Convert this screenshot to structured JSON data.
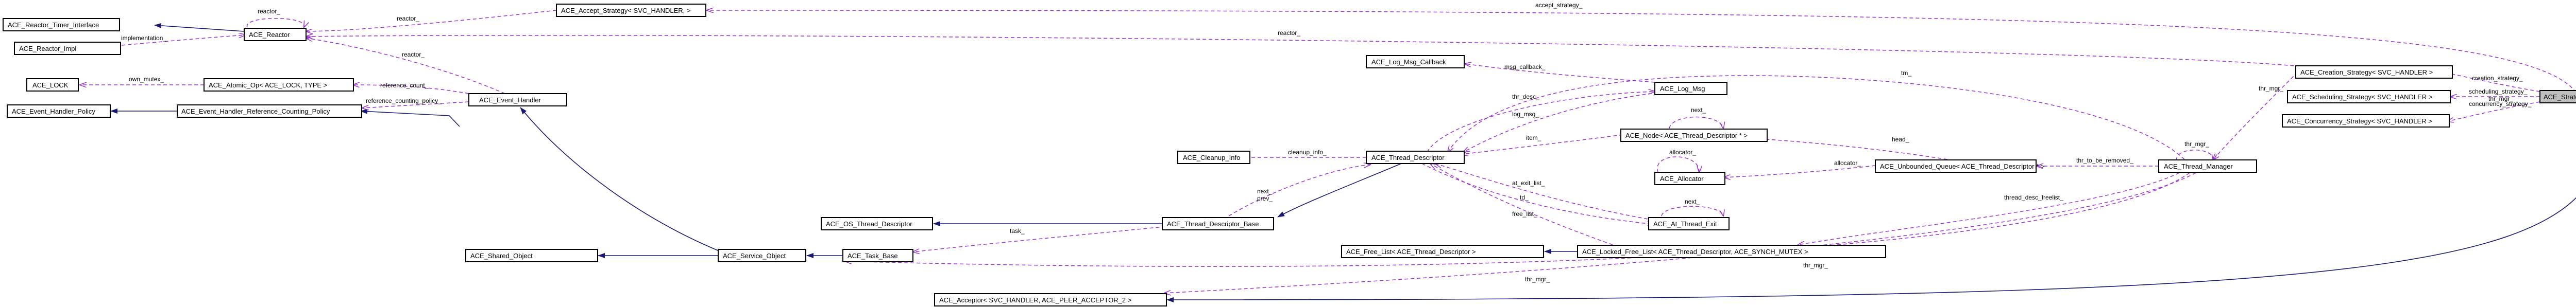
{
  "title": "ACE_Strategy_Acceptor< SVC_HANDLER, >",
  "nodes": {
    "strategy_acceptor": "ACE_Strategy_Acceptor< SVC_HANDLER, >",
    "accept_strategy": "ACE_Accept_Strategy< SVC_HANDLER, >",
    "reactor": "ACE_Reactor",
    "reactor_timer_interface": "ACE_Reactor_Timer_Interface",
    "reactor_impl": "ACE_Reactor_Impl",
    "lock": "ACE_LOCK",
    "atomic_op": "ACE_Atomic_Op< ACE_LOCK, TYPE >",
    "event_handler_policy": "ACE_Event_Handler_Policy",
    "event_handler_ref_counting": "ACE_Event_Handler_Reference_Counting_Policy",
    "event_handler": "ACE_Event_Handler",
    "shared_object": "ACE_Shared_Object",
    "service_object": "ACE_Service_Object",
    "task_base": "ACE_Task_Base",
    "os_thread_descriptor": "ACE_OS_Thread_Descriptor",
    "thread_descriptor_base": "ACE_Thread_Descriptor_Base",
    "cleanup_info": "ACE_Cleanup_Info",
    "thread_descriptor": "ACE_Thread_Descriptor",
    "log_msg_callback": "ACE_Log_Msg_Callback",
    "log_msg": "ACE_Log_Msg",
    "node_thread_descriptor": "ACE_Node< ACE_Thread_Descriptor * >",
    "allocator": "ACE_Allocator",
    "at_thread_exit": "ACE_At_Thread_Exit",
    "free_list": "ACE_Free_List< ACE_Thread_Descriptor >",
    "locked_free_list": "ACE_Locked_Free_List< ACE_Thread_Descriptor, ACE_SYNCH_MUTEX >",
    "unbounded_queue": "ACE_Unbounded_Queue< ACE_Thread_Descriptor * >",
    "thread_manager": "ACE_Thread_Manager",
    "creation_strategy": "ACE_Creation_Strategy< SVC_HANDLER >",
    "scheduling_strategy": "ACE_Scheduling_Strategy< SVC_HANDLER >",
    "concurrency_strategy": "ACE_Concurrency_Strategy< SVC_HANDLER >",
    "acceptor": "ACE_Acceptor< SVC_HANDLER, ACE_PEER_ACCEPTOR_2 >"
  },
  "edge_labels": {
    "accept_strategy": "accept_strategy_",
    "reactor_top": "reactor_",
    "reactor_accept": "reactor_",
    "reactor_self": "reactor_",
    "implementation": "implementation_",
    "reactor_event_handler": "reactor_",
    "own_mutex": "own_mutex_",
    "reference_count": "reference_count_",
    "reference_counting_policy": "reference_counting_policy_",
    "msg_callback": "msg_callback_",
    "thr_desc": "thr_desc_",
    "log_msg": "log_msg_",
    "tm": "tm_",
    "item": "item_",
    "next_node": "next_",
    "allocator_self": "allocator_",
    "allocator_queue": "allocator_",
    "cleanup_info": "cleanup_info_",
    "next_prev": "next_\nprev_",
    "at_exit_list": "at_exit_list_",
    "td": "td_",
    "free_list": "free_list_",
    "next_exit": "next_",
    "head": "head_",
    "thr_to_be_removed": "thr_to_be_removed_",
    "thread_desc_freelist": "thread_desc_freelist_",
    "task": "task_",
    "thr_mgr_task": "thr_mgr_",
    "thr_mgr_self": "thr_mgr_",
    "thr_mgr_creation": "thr_mgr_",
    "creation_strategy": "creation_strategy_",
    "scheduling_strategy": "scheduling_strategy_",
    "concurrency_strategy": "concurrency_strategy_",
    "thr_mgr_strategy": "thr_mgr_",
    "thr_mgr_acceptor": "thr_mgr_"
  },
  "colors": {
    "inheritance": "#191970",
    "usage": "#9a32cd",
    "template": "#ffa500",
    "highlight_fill": "#bfbfbf"
  }
}
